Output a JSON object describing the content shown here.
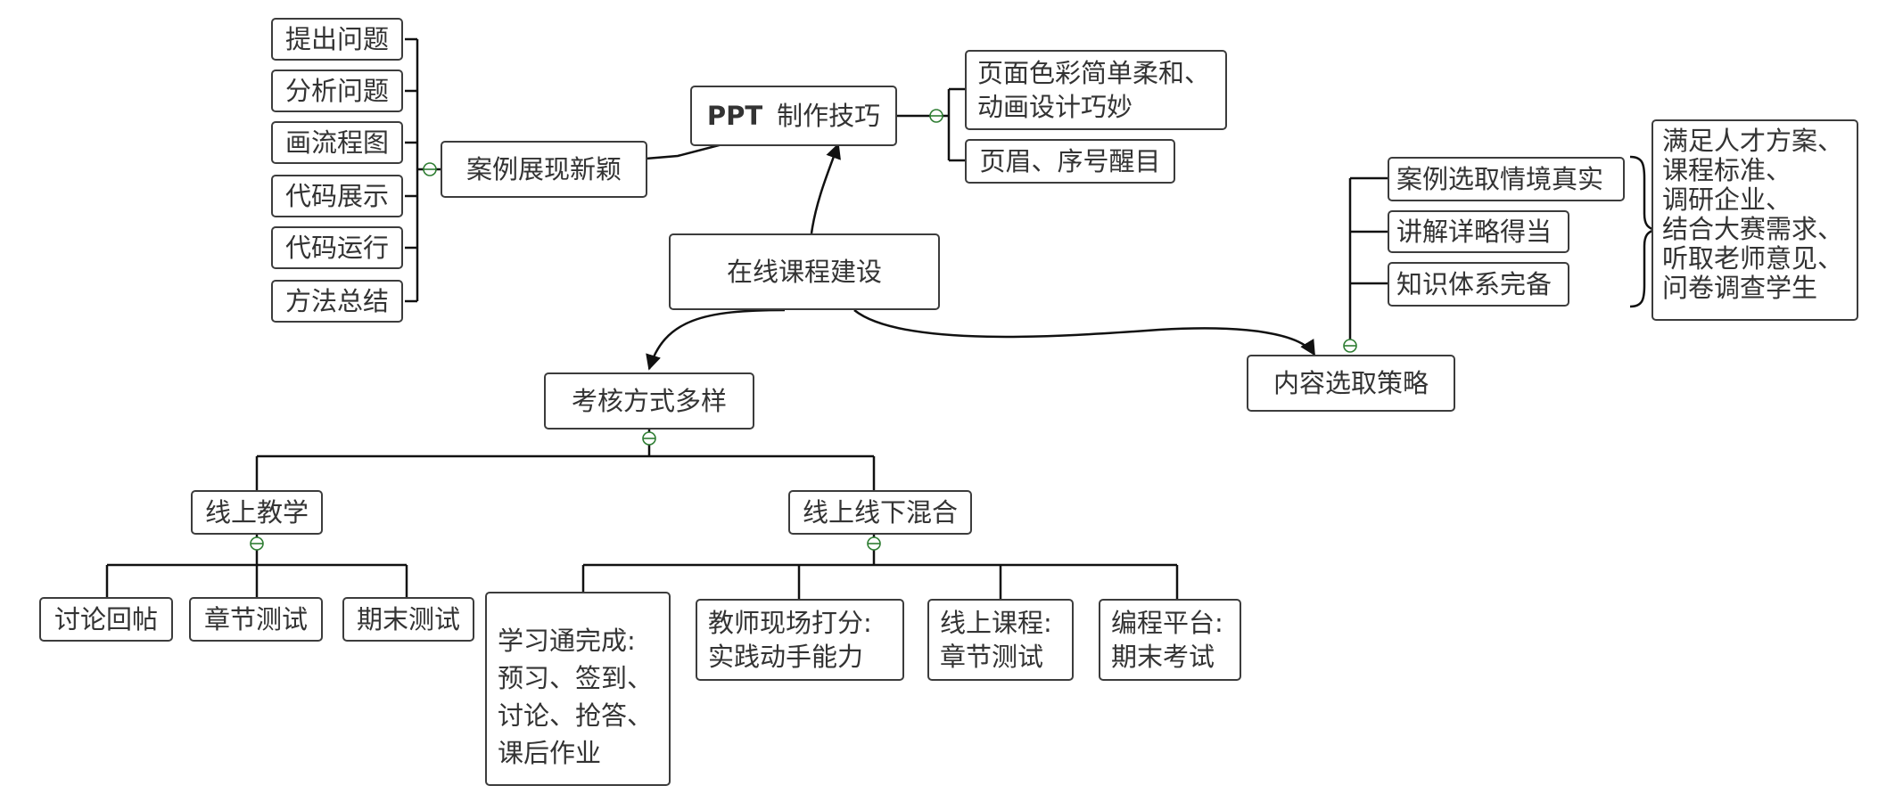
{
  "root": {
    "label": "在线课程建设"
  },
  "ppt": {
    "bold": "PPT",
    "rest": "制作技巧"
  },
  "ppt_children": [
    "页面色彩简单柔和、\n动画设计巧妙",
    "页眉、序号醒目"
  ],
  "case": {
    "label": "案例展现新颖"
  },
  "case_children": [
    "提出问题",
    "分析问题",
    "画流程图",
    "代码展示",
    "代码运行",
    "方法总结"
  ],
  "content": {
    "label": "内容选取策略"
  },
  "content_children": [
    "案例选取情境真实",
    "讲解详略得当",
    "知识体系完备"
  ],
  "content_note": "满足人才方案、\n课程标准、\n 调研企业、\n结合大赛需求、\n听取老师意见、\n问卷调查学生",
  "assess": {
    "label": "考核方式多样"
  },
  "online": {
    "label": "线上教学"
  },
  "online_children": [
    "讨论回帖",
    "章节测试",
    "期末测试"
  ],
  "hybrid": {
    "label": "线上线下混合"
  },
  "hybrid_children": [
    "学习通完成:\n预习、签到、\n讨论、抢答、\n课后作业",
    "教师现场打分:\n实践动手能力",
    "线上课程:\n章节测试",
    "编程平台:\n期末考试"
  ],
  "colors": {
    "line": "#111111",
    "border": "#3c3c3c",
    "text": "#333333",
    "collapse": "#2e7d32"
  }
}
